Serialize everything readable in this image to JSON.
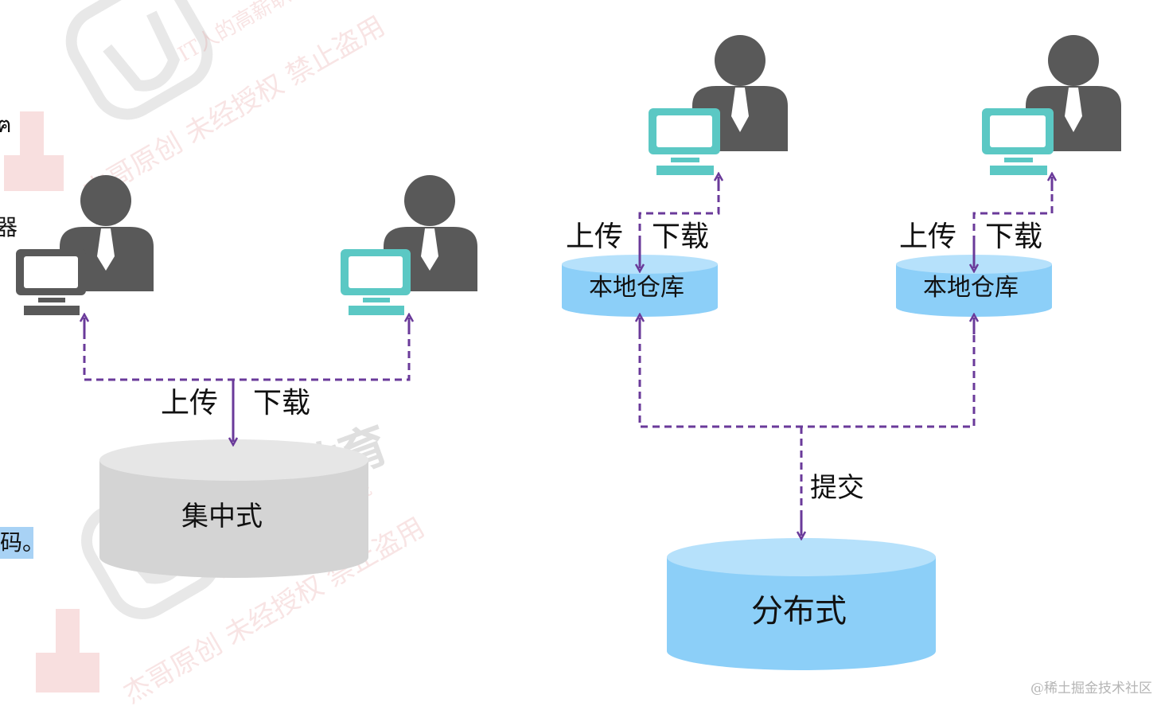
{
  "left_fragments": [
    "ฅ",
    "器",
    "码。"
  ],
  "centralized": {
    "repository": "集中式",
    "upload": "上传",
    "download": "下载"
  },
  "distributed": {
    "repository": "分布式",
    "commit": "提交",
    "local_repo_1": "本地仓库",
    "local_repo_2": "本地仓库",
    "upload_1": "上传",
    "download_1": "下载",
    "upload_2": "上传",
    "download_2": "下载"
  },
  "watermark": {
    "brand": "马哥教育",
    "line1": "IT人的高薪职业学院",
    "line2": "杰哥原创 未经授权 禁止盗用"
  },
  "credit": "@稀土掘金技术社区",
  "colors": {
    "arrow": "#6a3a9a",
    "repo_blue": "#8ccff8",
    "repo_gray": "#d3d3d3",
    "person": "#595959",
    "monitor_teal": "#5bc8c4",
    "monitor_gray": "#595959"
  }
}
